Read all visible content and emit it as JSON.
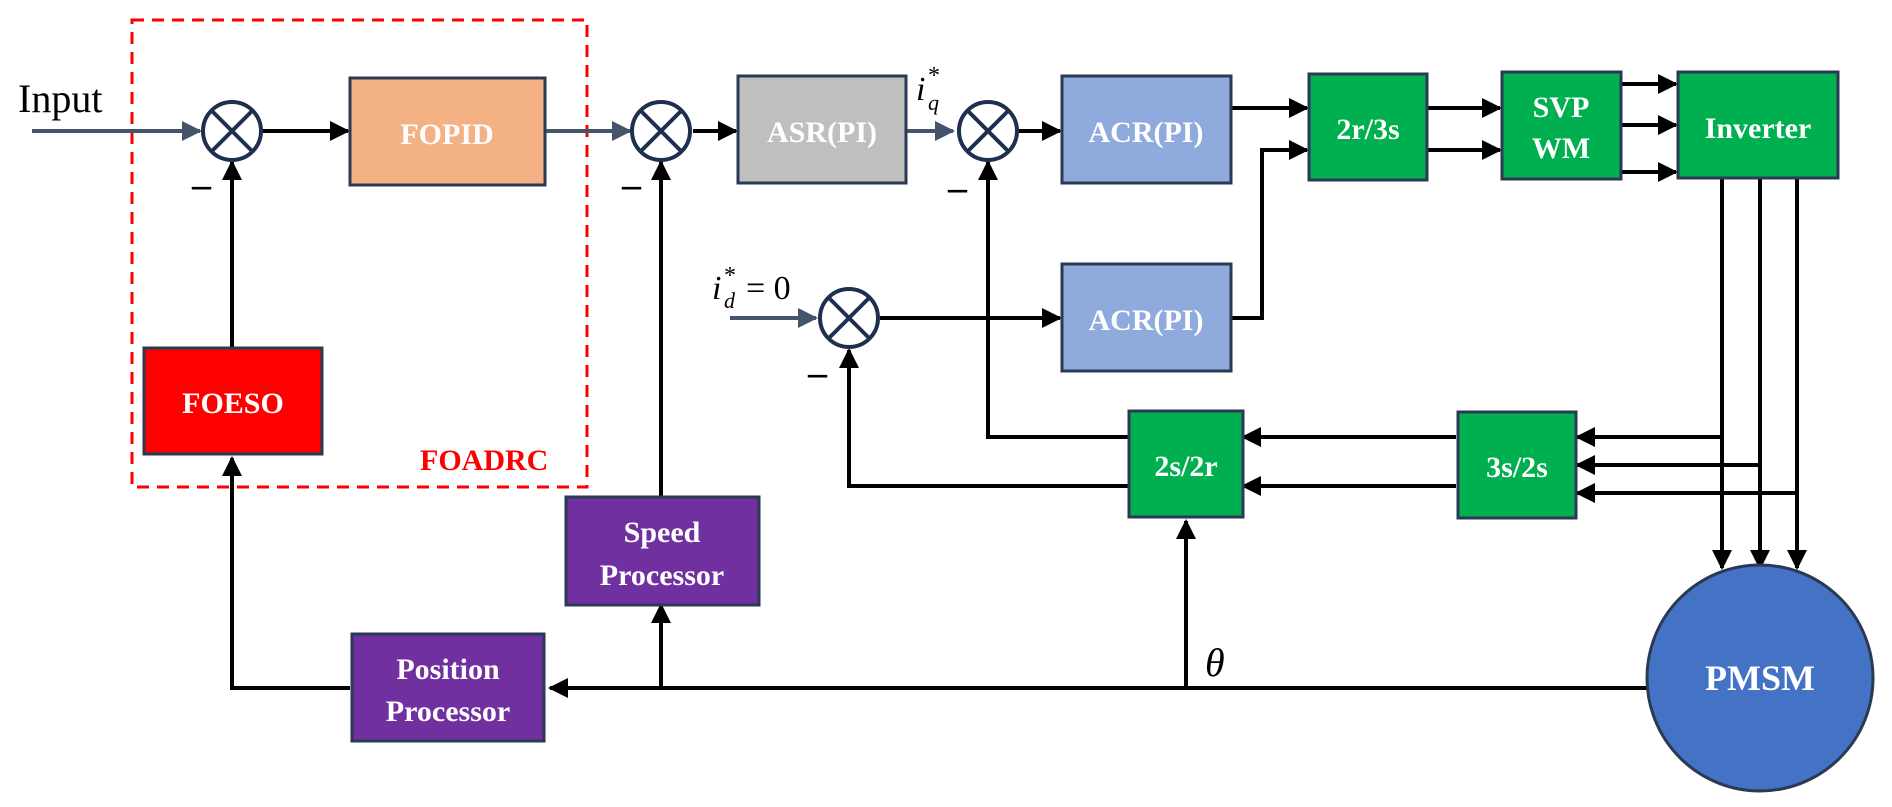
{
  "diagram": {
    "input_label": "Input",
    "blocks": {
      "fopid": "FOPID",
      "asr": "ASR(PI)",
      "acr_q": "ACR(PI)",
      "acr_d": "ACR(PI)",
      "r2s3": "2r/3s",
      "svpwm_line1": "SVP",
      "svpwm_line2": "WM",
      "inverter": "Inverter",
      "foeso": "FOESO",
      "speed_line1": "Speed",
      "speed_line2": "Processor",
      "position_line1": "Position",
      "position_line2": "Processor",
      "s2r2": "2s/2r",
      "s3s2": "3s/2s",
      "pmsm": "PMSM"
    },
    "group_label": "FOADRC",
    "signals": {
      "iq_base": "i",
      "iq_sub": "q",
      "iq_sup": "*",
      "id_base": "i",
      "id_sub": "d",
      "id_sup": "*",
      "id_value": "= 0",
      "theta": "θ"
    },
    "minus_sign": "–",
    "colors": {
      "fopid": "#f4b183",
      "asr": "#bfbfbf",
      "acr": "#8faadc",
      "green": "#00b050",
      "foeso": "#ff0000",
      "purple": "#7030a0",
      "pmsm": "#4472c4",
      "foadrc_border": "#ff0000"
    },
    "summing_icon": "circle-cross-icon"
  }
}
